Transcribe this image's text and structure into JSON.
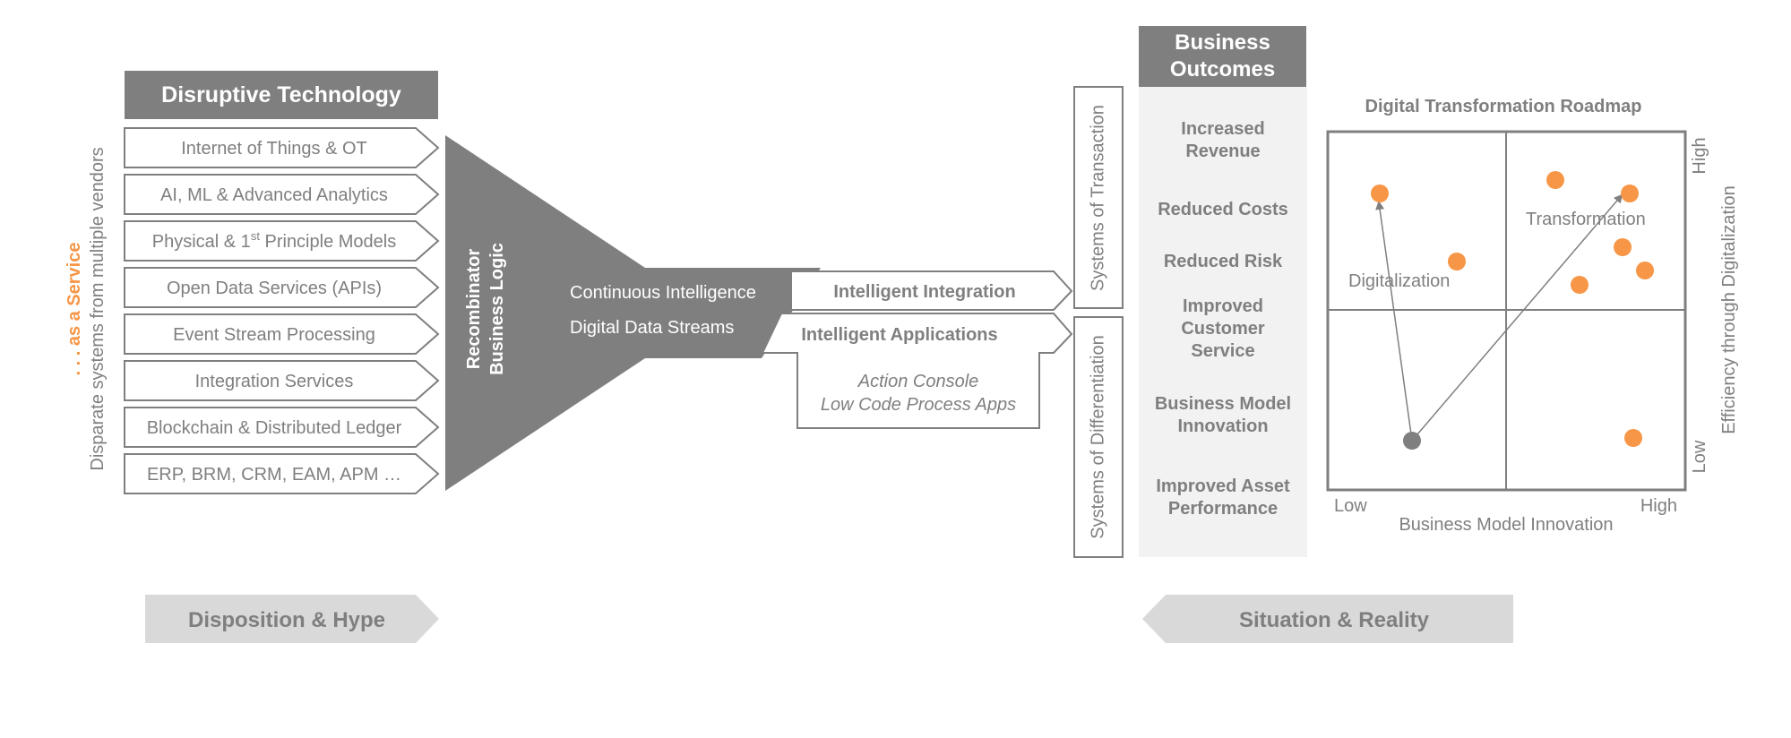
{
  "left": {
    "side_label_highlight": ". . . as a Service",
    "side_label_text": "Disparate systems from multiple vendors",
    "header": "Disruptive Technology",
    "items": [
      "Internet of Things & OT",
      "AI, ML & Advanced Analytics",
      "Physical & 1st Principle Models",
      "Open Data Services (APIs)",
      "Event Stream Processing",
      "Integration Services",
      "Blockchain & Distributed Ledger",
      "ERP, BRM, CRM, EAM, APM …"
    ],
    "items_parts": {
      "physical_a": "Physical & 1",
      "physical_sup": "st",
      "physical_b": " Principle Models"
    }
  },
  "funnel": {
    "label_line1": "Recombinator",
    "label_line2": "Business Logic",
    "out1": "Continuous Intelligence",
    "out2": "Digital Data Streams"
  },
  "middle": {
    "integration": "Intelligent Integration",
    "applications": "Intelligent Applications",
    "app_line1": "Action Console",
    "app_line2": "Low Code Process Apps"
  },
  "systems": {
    "transaction": "Systems of Transaction",
    "differentiation": "Systems of Differentiation"
  },
  "outcomes": {
    "header_line1": "Business",
    "header_line2": "Outcomes",
    "items": [
      [
        "Increased",
        "Revenue"
      ],
      [
        "Reduced Costs"
      ],
      [
        "Reduced Risk"
      ],
      [
        "Improved",
        "Customer",
        "Service"
      ],
      [
        "Business Model",
        "Innovation"
      ],
      [
        "Improved Asset",
        "Performance"
      ]
    ]
  },
  "roadmap": {
    "title": "Digital Transformation Roadmap",
    "label_digitalization": "Digitalization",
    "label_transformation": "Transformation",
    "x_low": "Low",
    "x_high": "High",
    "x_axis": "Business Model Innovation",
    "y_low": "Low",
    "y_high": "High",
    "y_axis": "Efficiency through Digitalization",
    "color_points": "#f79646",
    "color_origin": "#7f7f7f"
  },
  "bottom": {
    "left_banner": "Disposition & Hype",
    "right_banner": "Situation & Reality"
  }
}
